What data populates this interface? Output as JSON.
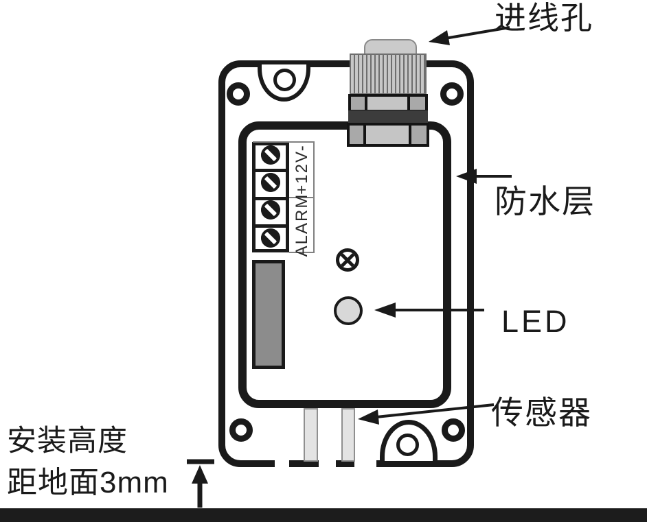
{
  "diagram": {
    "annotations": {
      "cable_entry": "进线孔",
      "waterproof_layer": "防水层",
      "led": "LED",
      "sensor": "传感器",
      "install_height_line1": "安装高度",
      "install_height_line2": "距地面3mm"
    },
    "terminal_labels": {
      "power": "+12V-",
      "alarm": "ALARM"
    },
    "colors": {
      "line": "#1a1a1a",
      "gland_light_gray": "#c7c7c7",
      "gland_metal_gray": "#a9a9a9",
      "gland_dark_band": "#3c3c3c",
      "component_gray": "#8c8c8c",
      "led_fill": "#d8d8d8",
      "probe_fill": "#e3e3e3",
      "ground_bar": "#1c1c1c"
    }
  }
}
